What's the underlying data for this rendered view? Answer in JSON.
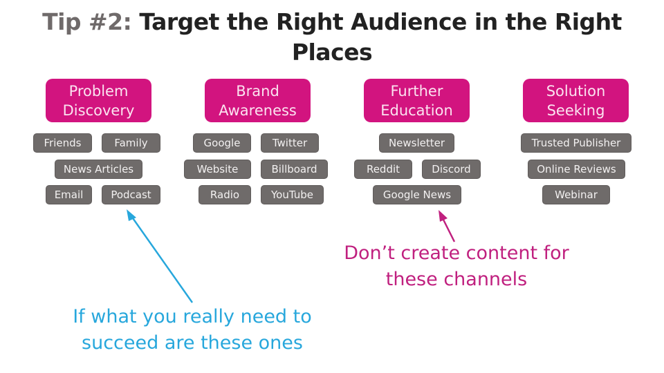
{
  "title": {
    "prefix": "Tip #2:",
    "line1": "Target the Right Audience in the Right",
    "line2": "Places"
  },
  "colors": {
    "stage_header": "#d2147f",
    "channel_chip": "#6f6b6a",
    "warning_note": "#c0207f",
    "success_note": "#27a7dc",
    "title_prefix": "#6f6a6a",
    "title_main": "#222222"
  },
  "stages": [
    {
      "label_line1": "Problem",
      "label_line2": "Discovery",
      "channels": [
        "Friends",
        "Family",
        "News Articles",
        "Email",
        "Podcast"
      ]
    },
    {
      "label_line1": "Brand",
      "label_line2": "Awareness",
      "channels": [
        "Google",
        "Twitter",
        "Website",
        "Billboard",
        "Radio",
        "YouTube"
      ]
    },
    {
      "label_line1": "Further",
      "label_line2": "Education",
      "channels": [
        "Newsletter",
        "Reddit",
        "Discord",
        "Google News"
      ]
    },
    {
      "label_line1": "Solution",
      "label_line2": "Seeking",
      "channels": [
        "Trusted Publisher",
        "Online Reviews",
        "Webinar"
      ]
    }
  ],
  "annotations": {
    "pink_note_line1": "Don’t create content for",
    "pink_note_line2": "these channels",
    "pink_arrow_target": "Google News",
    "blue_note_line1": "If what you really need to",
    "blue_note_line2": "succeed are these ones",
    "blue_arrow_target": "Podcast"
  }
}
